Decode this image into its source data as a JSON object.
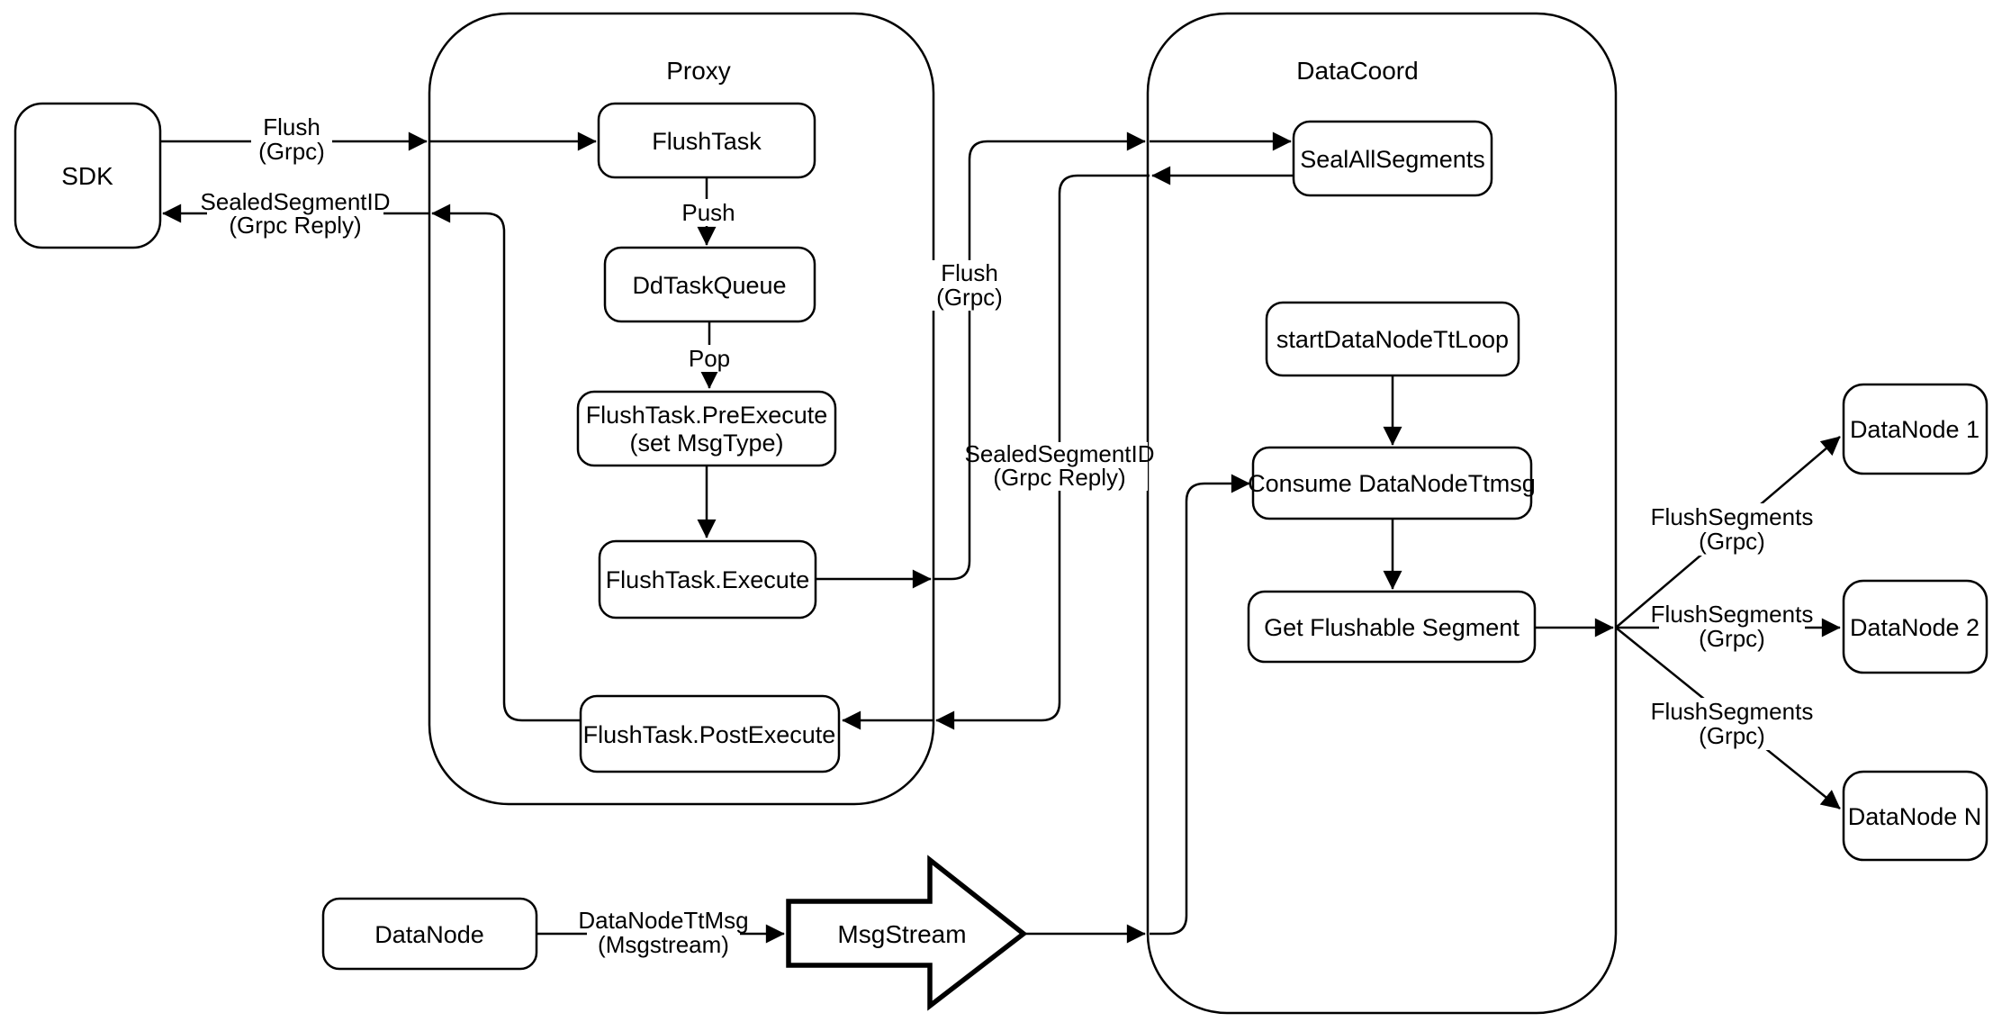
{
  "diagram": {
    "background": "#ffffff",
    "stroke_color": "#000000",
    "node_fill": "#ffffff",
    "containers": {
      "proxy": {
        "title": "Proxy"
      },
      "datacoord": {
        "title": "DataCoord"
      }
    },
    "nodes": {
      "sdk": {
        "label": "SDK"
      },
      "flush_task": {
        "label": "FlushTask"
      },
      "dd_task_queue": {
        "label": "DdTaskQueue"
      },
      "pre_execute": {
        "line1": "FlushTask.PreExecute",
        "line2": "(set MsgType)"
      },
      "execute": {
        "label": "FlushTask.Execute"
      },
      "post_execute": {
        "label": "FlushTask.PostExecute"
      },
      "seal_all_segments": {
        "label": "SealAllSegments"
      },
      "start_datanode_tt_loop": {
        "label": "startDataNodeTtLoop"
      },
      "consume_datanode_ttmsg": {
        "label": "Consume DataNodeTtmsg"
      },
      "get_flushable_segment": {
        "label": "Get Flushable Segment"
      },
      "datanode_1": {
        "label": "DataNode 1"
      },
      "datanode_2": {
        "label": "DataNode 2"
      },
      "datanode_n": {
        "label": "DataNode N"
      },
      "datanode": {
        "label": "DataNode"
      },
      "msgstream": {
        "label": "MsgStream"
      }
    },
    "edge_labels": {
      "flush_sdk_proxy": {
        "line1": "Flush",
        "line2": "(Grpc)"
      },
      "sealed_proxy_sdk": {
        "line1": "SealedSegmentID",
        "line2": "(Grpc Reply)"
      },
      "push": {
        "text": "Push"
      },
      "pop": {
        "text": "Pop"
      },
      "flush_proxy_datacoord": {
        "line1": "Flush",
        "line2": "(Grpc)"
      },
      "sealed_datacoord_proxy": {
        "line1": "SealedSegmentID",
        "line2": "(Grpc Reply)"
      },
      "datanode_tt_msg": {
        "line1": "DataNodeTtMsg",
        "line2": "(Msgstream)"
      },
      "flush_segments_1": {
        "line1": "FlushSegments",
        "line2": "(Grpc)"
      },
      "flush_segments_2": {
        "line1": "FlushSegments",
        "line2": "(Grpc)"
      },
      "flush_segments_3": {
        "line1": "FlushSegments",
        "line2": "(Grpc)"
      }
    }
  }
}
